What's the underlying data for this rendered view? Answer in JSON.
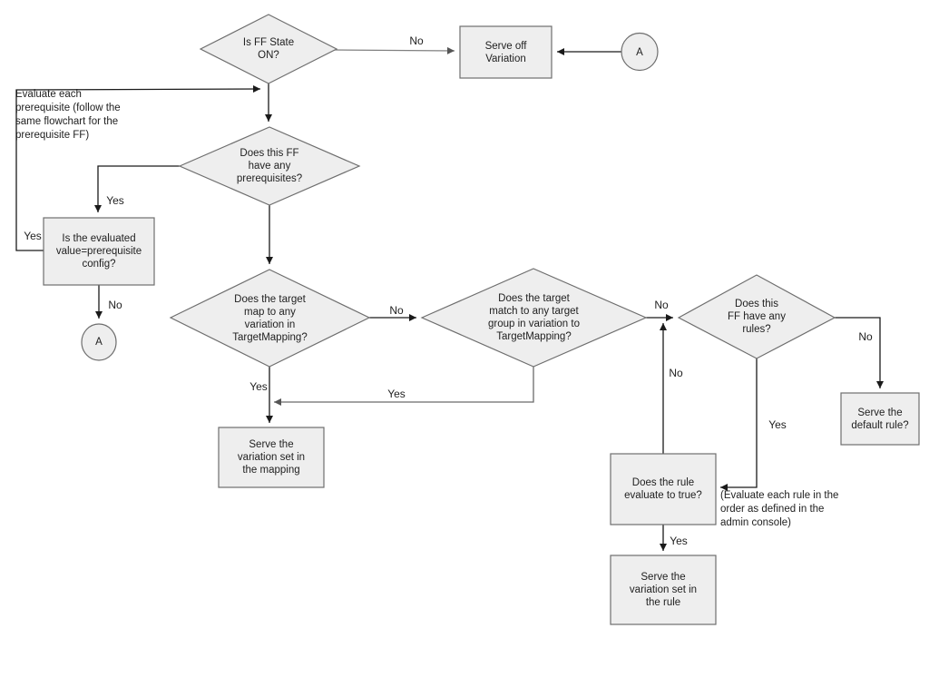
{
  "colors": {
    "background": "#ffffff",
    "node_fill": "#eeeeee",
    "node_border": "#6e6e6e",
    "edge_dark": "#1a1a1a",
    "edge_gray": "#808080",
    "text": "#212121"
  },
  "nodes": {
    "is_ff_state_on": {
      "type": "decision",
      "label": "Is FF State\nON?"
    },
    "serve_off_variation": {
      "type": "process",
      "label": "Serve off\nVariation"
    },
    "connector_a_top": {
      "type": "connector",
      "label": "A"
    },
    "has_prerequisites": {
      "type": "decision",
      "label": "Does this FF\nhave any\nprerequisites?"
    },
    "prerequisite_note": {
      "type": "note",
      "label": "Evaluate each\nprerequisite (follow the\nsame flowchart for the\nprerequisite FF)"
    },
    "evaluated_value_check": {
      "type": "process",
      "label": "Is the evaluated\nvalue=prerequisite\nconfig?"
    },
    "connector_a_left": {
      "type": "connector",
      "label": "A"
    },
    "target_map_variation": {
      "type": "decision",
      "label": "Does the target\nmap to any\nvariation in\nTargetMapping?"
    },
    "target_match_group": {
      "type": "decision",
      "label": "Does the target\nmatch to any target\ngroup in variation to\nTargetMapping?"
    },
    "has_rules": {
      "type": "decision",
      "label": "Does this\nFF have any\nrules?"
    },
    "serve_default_rule": {
      "type": "process",
      "label": "Serve the\ndefault rule?"
    },
    "rule_evaluates_true": {
      "type": "process",
      "label": "Does the rule\nevaluate to true?"
    },
    "rule_order_note": {
      "type": "note",
      "label": "(Evaluate each rule in the\norder as defined in the\nadmin console)"
    },
    "serve_variation_rule": {
      "type": "process",
      "label": "Serve the\nvariation set in\nthe rule"
    },
    "serve_variation_mapping": {
      "type": "process",
      "label": "Serve the\nvariation set in\nthe mapping"
    }
  },
  "edge_labels": {
    "ff_off_no": "No",
    "prereq_yes": "Yes",
    "prereq_loop_yes": "Yes",
    "evaluated_no": "No",
    "map_no": "No",
    "map_yes": "Yes",
    "match_yes": "Yes",
    "match_no": "No",
    "rule_false_no": "No",
    "rules_no": "No",
    "rules_yes": "Yes",
    "rule_true_yes": "Yes"
  }
}
